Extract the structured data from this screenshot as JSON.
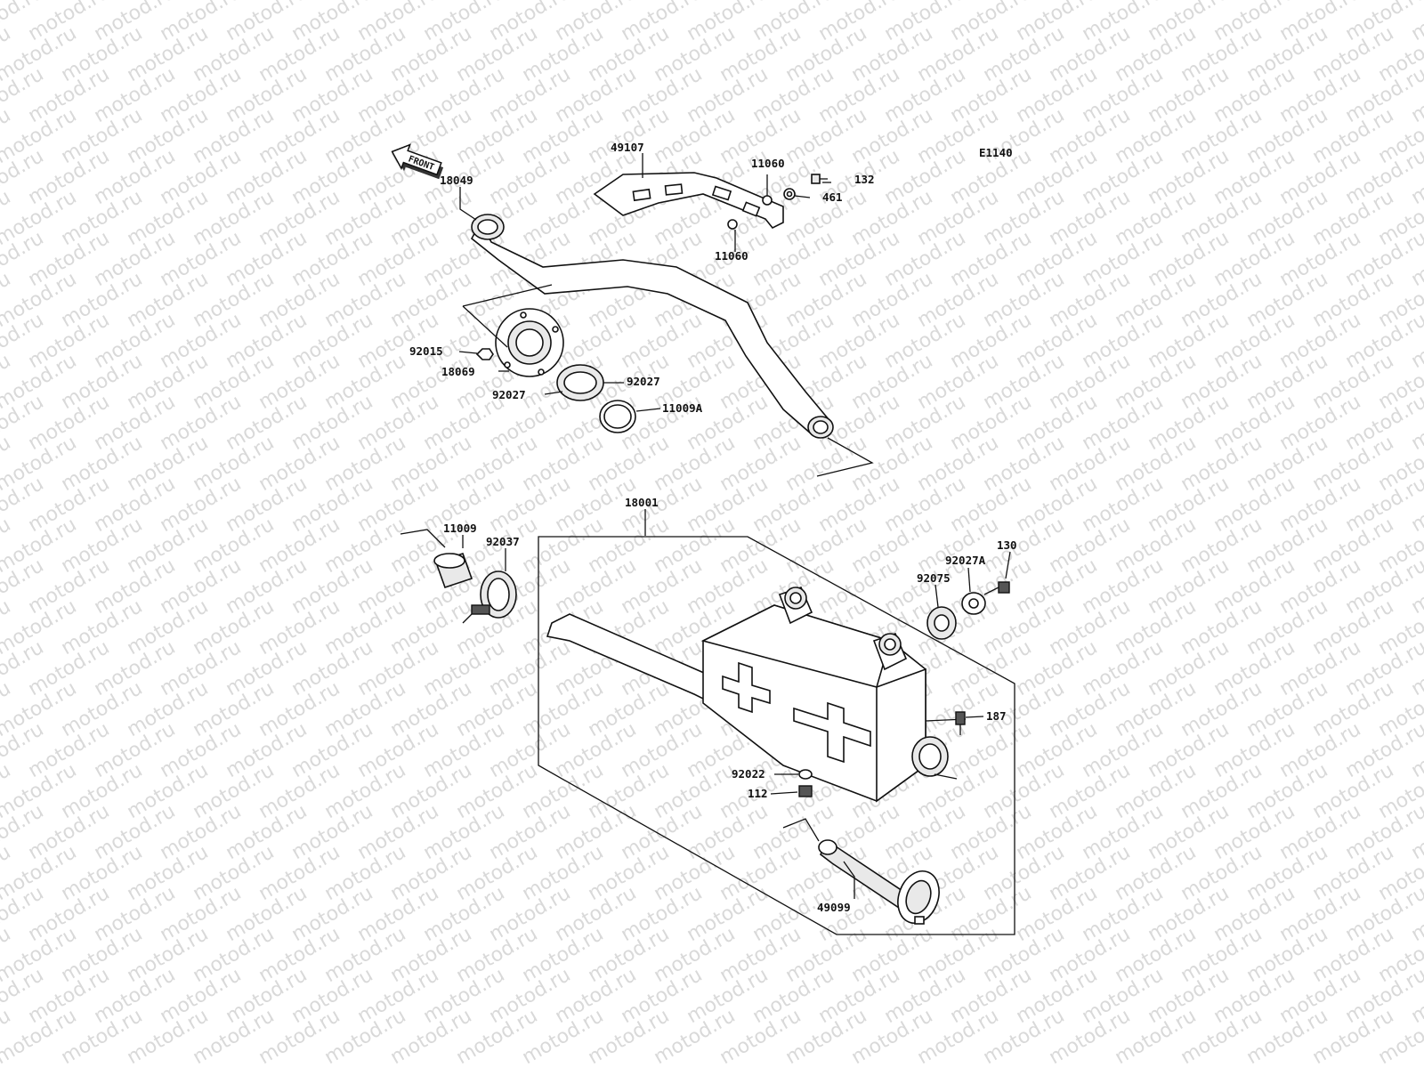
{
  "diagram_code": "E1140",
  "watermark_text": "motod.ru",
  "front_arrow": {
    "label": "FRONT",
    "icon": "front-arrow-icon"
  },
  "part_labels": [
    {
      "id": "p49107",
      "text": "49107"
    },
    {
      "id": "p11060a",
      "text": "11060"
    },
    {
      "id": "p132",
      "text": "132"
    },
    {
      "id": "p461",
      "text": "461"
    },
    {
      "id": "p11060b",
      "text": "11060"
    },
    {
      "id": "p18049",
      "text": "18049"
    },
    {
      "id": "p92015",
      "text": "92015"
    },
    {
      "id": "p18069",
      "text": "18069"
    },
    {
      "id": "p92027a",
      "text": "92027"
    },
    {
      "id": "p92027b",
      "text": "92027"
    },
    {
      "id": "p11009A",
      "text": "11009A"
    },
    {
      "id": "p18001",
      "text": "18001"
    },
    {
      "id": "p11009",
      "text": "11009"
    },
    {
      "id": "p92037",
      "text": "92037"
    },
    {
      "id": "p130",
      "text": "130"
    },
    {
      "id": "p92027A",
      "text": "92027A"
    },
    {
      "id": "p92075",
      "text": "92075"
    },
    {
      "id": "p187",
      "text": "187"
    },
    {
      "id": "p92022",
      "text": "92022"
    },
    {
      "id": "p112",
      "text": "112"
    },
    {
      "id": "p49099",
      "text": "49099"
    }
  ]
}
